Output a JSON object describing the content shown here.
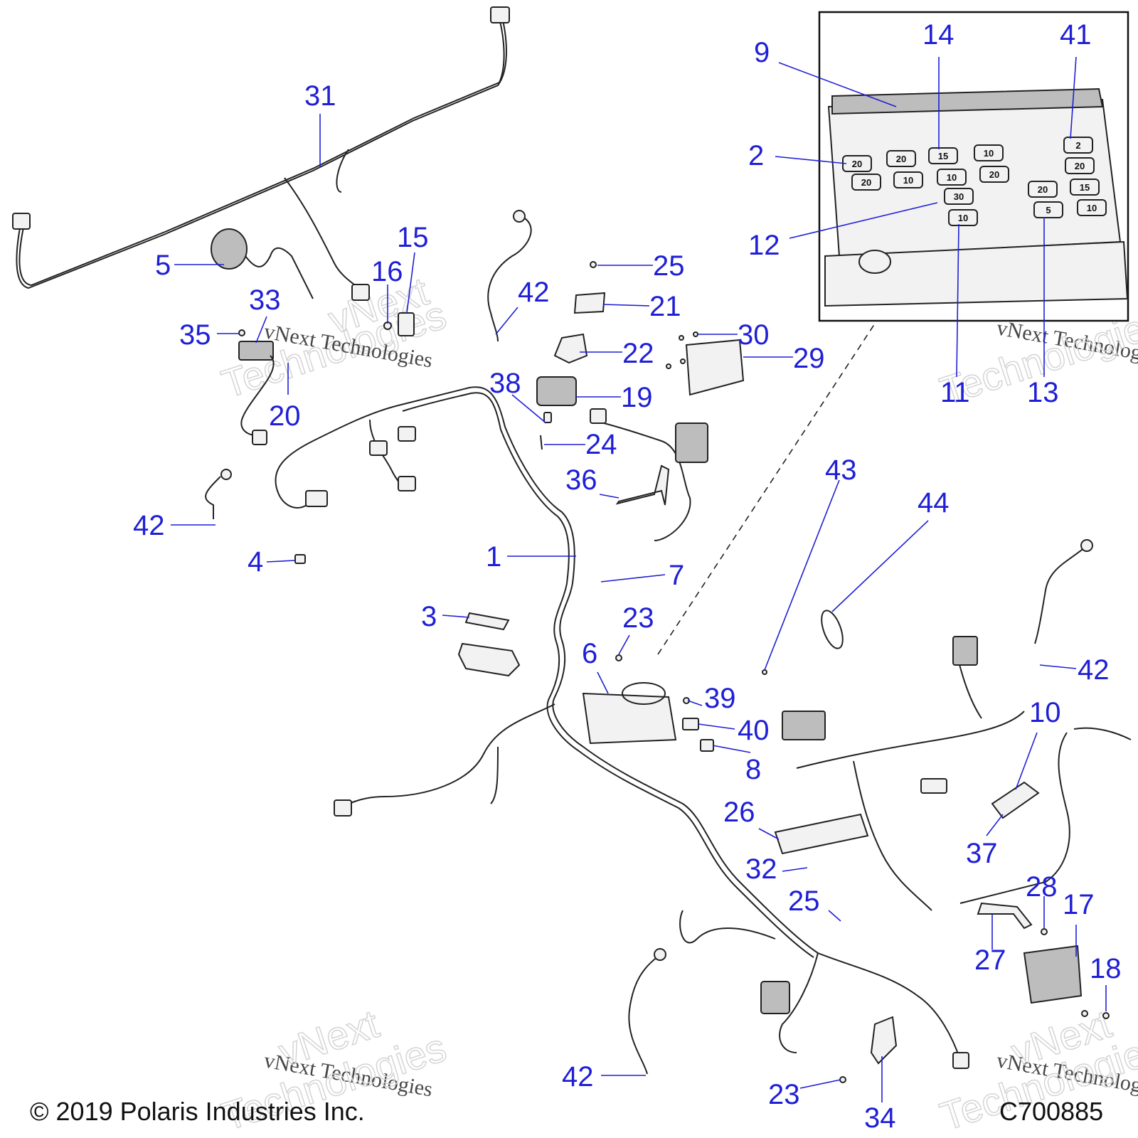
{
  "callouts": [
    {
      "id": "c31",
      "label": "31"
    },
    {
      "id": "c5",
      "label": "5"
    },
    {
      "id": "c16",
      "label": "16"
    },
    {
      "id": "c15",
      "label": "15"
    },
    {
      "id": "c33",
      "label": "33"
    },
    {
      "id": "c35",
      "label": "35"
    },
    {
      "id": "c20",
      "label": "20"
    },
    {
      "id": "c42a",
      "label": "42"
    },
    {
      "id": "c4",
      "label": "4"
    },
    {
      "id": "c42b",
      "label": "42"
    },
    {
      "id": "c25a",
      "label": "25"
    },
    {
      "id": "c21",
      "label": "21"
    },
    {
      "id": "c22",
      "label": "22"
    },
    {
      "id": "c38",
      "label": "38"
    },
    {
      "id": "c19",
      "label": "19"
    },
    {
      "id": "c24",
      "label": "24"
    },
    {
      "id": "c36",
      "label": "36"
    },
    {
      "id": "c30",
      "label": "30"
    },
    {
      "id": "c29",
      "label": "29"
    },
    {
      "id": "c1",
      "label": "1"
    },
    {
      "id": "c7",
      "label": "7"
    },
    {
      "id": "c3",
      "label": "3"
    },
    {
      "id": "c23a",
      "label": "23"
    },
    {
      "id": "c6",
      "label": "6"
    },
    {
      "id": "c39",
      "label": "39"
    },
    {
      "id": "c40",
      "label": "40"
    },
    {
      "id": "c8",
      "label": "8"
    },
    {
      "id": "c43",
      "label": "43"
    },
    {
      "id": "c44",
      "label": "44"
    },
    {
      "id": "c42c",
      "label": "42"
    },
    {
      "id": "c10",
      "label": "10"
    },
    {
      "id": "c26",
      "label": "26"
    },
    {
      "id": "c37",
      "label": "37"
    },
    {
      "id": "c32",
      "label": "32"
    },
    {
      "id": "c25b",
      "label": "25"
    },
    {
      "id": "c28",
      "label": "28"
    },
    {
      "id": "c17",
      "label": "17"
    },
    {
      "id": "c27",
      "label": "27"
    },
    {
      "id": "c18",
      "label": "18"
    },
    {
      "id": "c42d",
      "label": "42"
    },
    {
      "id": "c23b",
      "label": "23"
    },
    {
      "id": "c34",
      "label": "34"
    },
    {
      "id": "c9",
      "label": "9"
    },
    {
      "id": "c14",
      "label": "14"
    },
    {
      "id": "c41",
      "label": "41"
    },
    {
      "id": "c2",
      "label": "2"
    },
    {
      "id": "c12",
      "label": "12"
    },
    {
      "id": "c11",
      "label": "11"
    },
    {
      "id": "c13",
      "label": "13"
    }
  ],
  "fuses": [
    {
      "id": "f1",
      "rating": "20"
    },
    {
      "id": "f2",
      "rating": "20"
    },
    {
      "id": "f3",
      "rating": "15"
    },
    {
      "id": "f4",
      "rating": "10"
    },
    {
      "id": "f5",
      "rating": "2"
    },
    {
      "id": "f6",
      "rating": "20"
    },
    {
      "id": "f7",
      "rating": "10"
    },
    {
      "id": "f8",
      "rating": "10"
    },
    {
      "id": "f9",
      "rating": "20"
    },
    {
      "id": "f10",
      "rating": "20"
    },
    {
      "id": "f11",
      "rating": "30"
    },
    {
      "id": "f12",
      "rating": "20"
    },
    {
      "id": "f13",
      "rating": "15"
    },
    {
      "id": "f14",
      "rating": "10"
    },
    {
      "id": "f15",
      "rating": "5"
    },
    {
      "id": "f16",
      "rating": "10"
    }
  ],
  "watermarks": {
    "text": "vNext Technologies",
    "big_top": "vNext",
    "big_bottom": "Technologies"
  },
  "footer": {
    "copyright": "© 2019 Polaris Industries Inc.",
    "drawing_number": "C700885"
  }
}
